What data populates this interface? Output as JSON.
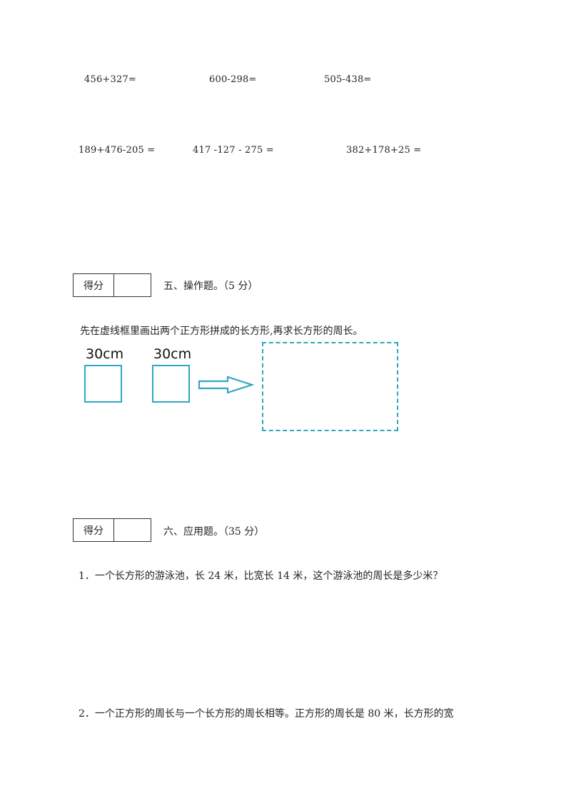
{
  "calculations": {
    "row1": [
      "456+327=",
      "600-298=",
      "505-438="
    ],
    "row2": [
      "189+476-205 =",
      "417 -127 - 275 =",
      "382+178+25 ="
    ]
  },
  "section5": {
    "score_label": "得分",
    "title": "五、操作题。（5 分）",
    "instruction": "先在虚线框里画出两个正方形拼成的长方形,再求长方形的周长。",
    "square_labels": [
      "30cm",
      "30cm"
    ]
  },
  "section6": {
    "score_label": "得分",
    "title": "六、应用题。（35 分）",
    "question1": "1．一个长方形的游泳池，长 24 米，比宽长 14 米，这个游泳池的周长是多少米？",
    "question2": "2．一个正方形的周长与一个长方形的周长相等。正方形的周长是 80 米，长方形的宽"
  },
  "colors": {
    "accent": "#2fa6c6"
  }
}
